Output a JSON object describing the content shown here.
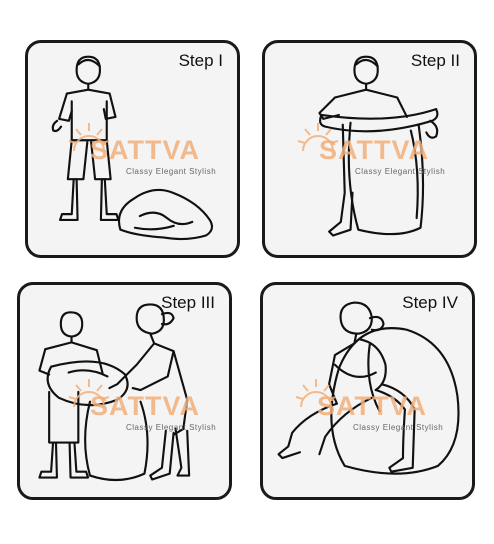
{
  "steps": [
    {
      "label": "Step I"
    },
    {
      "label": "Step II"
    },
    {
      "label": "Step III"
    },
    {
      "label": "Step IV"
    }
  ],
  "watermark": {
    "brand": "SATTVA",
    "tagline": "Classy  Elegant  Stylish",
    "color": "#f2b07a"
  }
}
